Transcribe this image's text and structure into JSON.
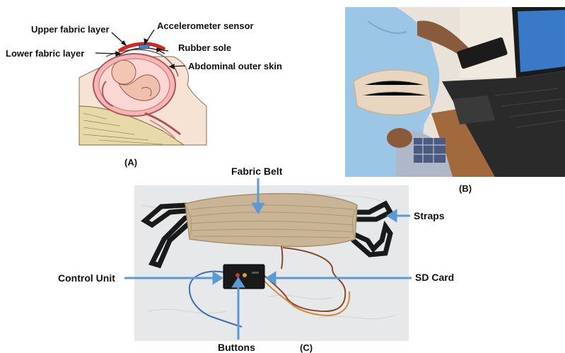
{
  "panel_a": {
    "caption": "(A)",
    "labels": {
      "upper_fabric": "Upper fabric layer",
      "accelerometer": "Accelerometer sensor",
      "lower_fabric": "Lower fabric layer",
      "rubber_sole": "Rubber sole",
      "outer_skin": "Abdominal outer skin"
    }
  },
  "panel_b": {
    "caption": "(B)"
  },
  "panel_c": {
    "caption": "(C)",
    "labels": {
      "fabric_belt": "Fabric Belt",
      "straps": "Straps",
      "control_unit": "Control Unit",
      "sd_card": "SD Card",
      "buttons": "Buttons"
    }
  },
  "colors": {
    "arrow_blue": "#5b9bd5",
    "belt_beige": "#c9b496",
    "strap_black": "#1a1a1a",
    "sensor_red": "#d9231c",
    "sensor_blue": "#4a7fc1"
  }
}
